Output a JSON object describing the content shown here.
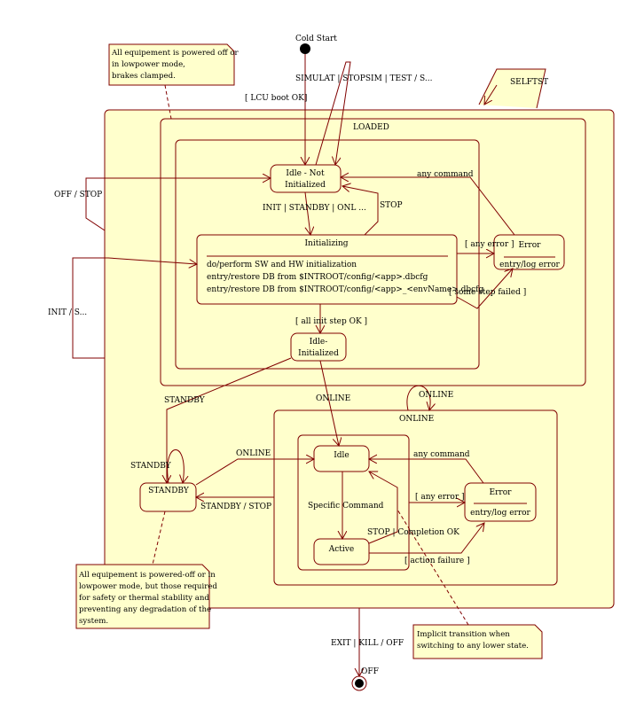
{
  "colors": {
    "stroke": "#800000",
    "state_fill": "#ffffcc",
    "note_fill": "#ffffcc",
    "text": "#000000"
  },
  "states": {
    "cold_start": "Cold Start",
    "off": "OFF",
    "loaded": "LOADED",
    "idle_not_initialized": [
      "Idle - Not",
      "Initialized"
    ],
    "initializing": {
      "title": "Initializing",
      "actions": [
        "do/perform SW and HW initialization",
        "entry/restore DB from $INTROOT/config/<app>.dbcfg",
        "entry/restore DB from $INTROOT/config/<app>_<envName>.dbcfg"
      ]
    },
    "idle_initialized": [
      "Idle-",
      "Initialized"
    ],
    "error_loaded": {
      "title": "Error",
      "action": "entry/log error"
    },
    "online": "ONLINE",
    "idle": "Idle",
    "active": "Active",
    "error_online": {
      "title": "Error",
      "action": "entry/log error"
    },
    "standby": "STANDBY"
  },
  "transitions": {
    "simulat": "SIMULAT | STOPSIM | TEST / S...",
    "lcu_boot_ok": "[ LCU boot OK]",
    "selftst": "SELFTST",
    "off_stop": "OFF / STOP",
    "init_standby_online": "INIT | STANDBY | ONL ...",
    "stop_loaded": "STOP",
    "any_command_loaded": "any command",
    "any_error_loaded": "[ any error ]",
    "some_step_failed": "[ some step failed ]",
    "init_s": "INIT / S...",
    "all_init_ok": "[ all init step OK ]",
    "standby_from_init": "STANDBY",
    "online_from_init": "ONLINE",
    "online_self": "ONLINE",
    "standby_self": "STANDBY",
    "online_from_standby": "ONLINE",
    "standby_stop": "STANDBY / STOP",
    "any_command_online": "any command",
    "any_error_online": "[ any error ]",
    "specific_command": "Specific Command",
    "stop_completion": "STOP | Completion OK",
    "action_failure": "[ action failure ]",
    "exit_kill_off": "EXIT | KILL / OFF"
  },
  "notes": {
    "powered_off": [
      "All equipement is powered off or",
      "in lowpower mode,",
      "brakes clamped."
    ],
    "standby_note": [
      "All equipement is powered-off or in",
      "lowpower mode, but those required",
      "for safety or thermal stability and",
      "preventing any degradation of the",
      "system."
    ],
    "implicit": [
      "Implicit transition when",
      "switching to any lower state."
    ]
  }
}
